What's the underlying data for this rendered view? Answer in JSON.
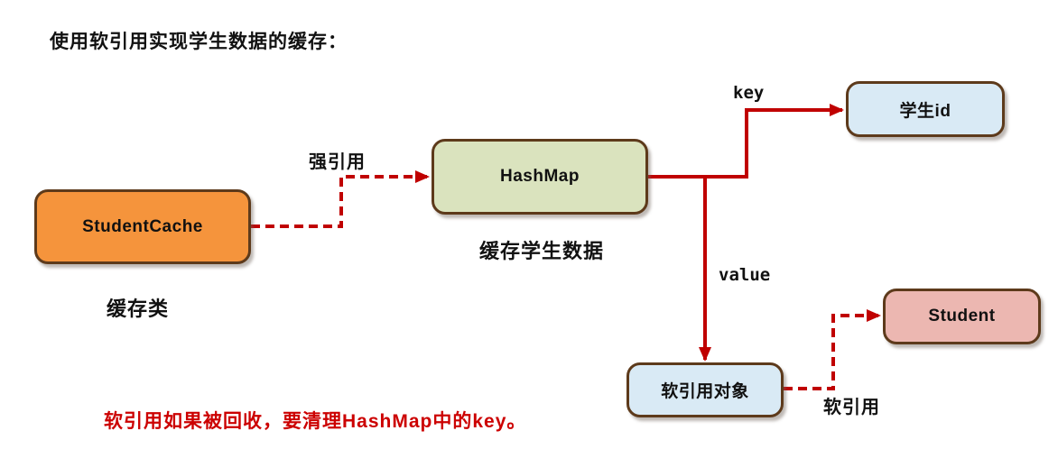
{
  "title": "使用软引用实现学生数据的缓存：",
  "nodes": {
    "student_cache": {
      "label": "StudentCache",
      "fill": "#F5943C",
      "caption": "缓存类"
    },
    "hashmap": {
      "label": "HashMap",
      "fill": "#DAE3BE",
      "caption": "缓存学生数据"
    },
    "student_id": {
      "label": "学生id",
      "fill": "#D9EAF5"
    },
    "soft_ref_object": {
      "label": "软引用对象",
      "fill": "#D9EAF5"
    },
    "student": {
      "label": "Student",
      "fill": "#ECB7B1"
    }
  },
  "edges": {
    "strong_ref": {
      "label": "强引用",
      "style": "dashed",
      "from": "StudentCache",
      "to": "HashMap"
    },
    "key": {
      "label": "key",
      "style": "solid",
      "from": "HashMap",
      "to": "学生id"
    },
    "value": {
      "label": "value",
      "style": "solid",
      "from": "HashMap",
      "to": "软引用对象"
    },
    "soft_ref": {
      "label": "软引用",
      "style": "dashed",
      "from": "软引用对象",
      "to": "Student"
    }
  },
  "note": "软引用如果被回收，要清理HashMap中的key。",
  "colors": {
    "arrow": "#C00000",
    "node_border": "#5D3A1B",
    "note_text": "#CC0000",
    "text": "#111111",
    "background": "#FFFFFF"
  }
}
